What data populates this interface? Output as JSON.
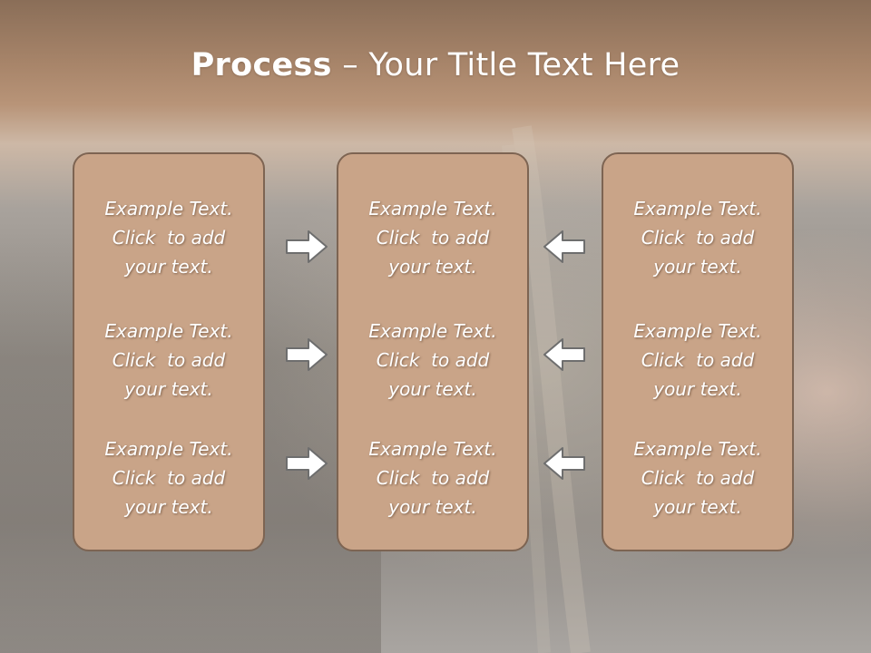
{
  "title": {
    "bold": "Process",
    "rest": " – Your Title Text Here"
  },
  "columns": [
    {
      "items": [
        {
          "line1": "Example Text.",
          "line2": "Click  to add",
          "line3": "your text."
        },
        {
          "line1": "Example Text.",
          "line2": "Click  to add",
          "line3": "your text."
        },
        {
          "line1": "Example Text.",
          "line2": "Click  to add",
          "line3": "your text."
        }
      ]
    },
    {
      "items": [
        {
          "line1": "Example Text.",
          "line2": "Click  to add",
          "line3": "your text."
        },
        {
          "line1": "Example Text.",
          "line2": "Click  to add",
          "line3": "your text."
        },
        {
          "line1": "Example Text.",
          "line2": "Click  to add",
          "line3": "your text."
        }
      ]
    },
    {
      "items": [
        {
          "line1": "Example Text.",
          "line2": "Click  to add",
          "line3": "your text."
        },
        {
          "line1": "Example Text.",
          "line2": "Click  to add",
          "line3": "your text."
        },
        {
          "line1": "Example Text.",
          "line2": "Click  to add",
          "line3": "your text."
        }
      ]
    }
  ],
  "arrows": {
    "left_group": {
      "direction": "right",
      "icon": "arrow-right-icon"
    },
    "right_group": {
      "direction": "left",
      "icon": "arrow-left-icon"
    }
  },
  "colors": {
    "box_fill": "#c9a488",
    "box_border": "#7d6452",
    "arrow_fill": "#ffffff",
    "arrow_stroke": "#6e6e6e",
    "header_band": "#a8856a"
  }
}
